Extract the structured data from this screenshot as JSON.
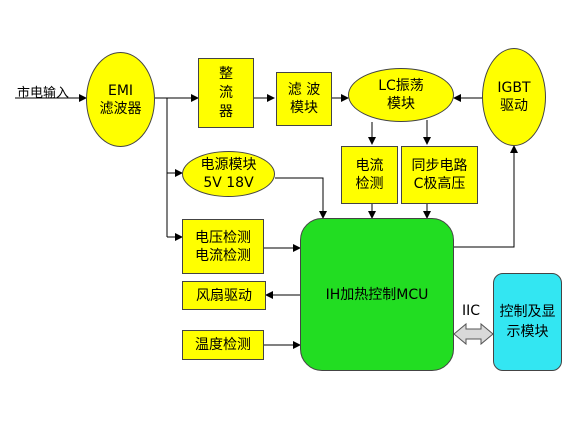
{
  "input_label": "市电输入",
  "blocks": {
    "emi": "EMI\n滤波器",
    "rectifier": "整\n流\n器",
    "filter": "滤 波\n模块",
    "lc": "LC振荡\n模块",
    "igbt": "IGBT\n驱动",
    "power": "电源模块\n5V 18V",
    "current": "电流\n检测",
    "sync": "同步电路\nC极高压",
    "vdetect": "电压检测\n电流检测",
    "fan": "风扇驱动",
    "temp": "温度检测",
    "mcu": "IH加热控制MCU",
    "display": "控制及显\n示模块"
  },
  "bus_label": "IIC",
  "colors": {
    "block": "#ffff00",
    "mcu": "#22dd22",
    "display": "#33e6f2",
    "wire": "#000000",
    "bus": "#d9d9d9"
  }
}
